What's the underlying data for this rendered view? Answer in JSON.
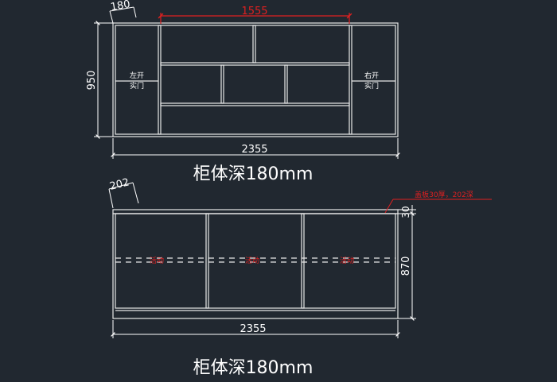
{
  "colors": {
    "background": "#212830",
    "line": "#e8e8e8",
    "dimension": "#ffffff",
    "accent": "#e02020"
  },
  "top_view": {
    "dim_width": "2355",
    "dim_height": "950",
    "dim_side_width": "180",
    "dim_inner_width": "1555",
    "left_door_line1": "左开",
    "left_door_line2": "实门",
    "right_door_line1": "右开",
    "right_door_line2": "实门",
    "caption": "柜体深180mm"
  },
  "bottom_view": {
    "dim_width": "2355",
    "dim_height": "870",
    "dim_top": "30",
    "dim_depth": "202",
    "note": "盖板30厚，202深",
    "shelf_label_1": "活动",
    "shelf_label_2": "活动",
    "shelf_label_3": "活动",
    "caption": "柜体深180mm"
  }
}
